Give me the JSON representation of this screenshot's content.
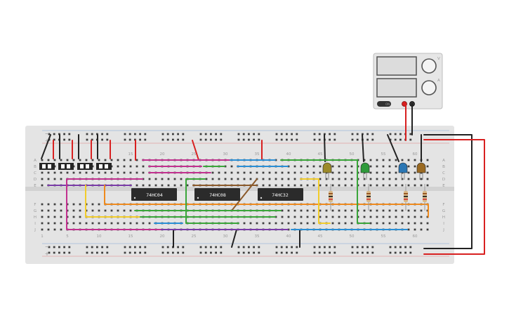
{
  "chips": [
    {
      "id": "chip-1",
      "label": "74HC04"
    },
    {
      "id": "chip-2",
      "label": "74HC08"
    },
    {
      "id": "chip-3",
      "label": "74HC32"
    }
  ],
  "breadboard": {
    "column_numbers_top": [
      "15",
      "20",
      "25",
      "30",
      "35",
      "40",
      "45",
      "50",
      "55",
      "60"
    ],
    "column_numbers_bottom": [
      "1",
      "5",
      "10",
      "15",
      "20",
      "25",
      "30",
      "35",
      "40",
      "45",
      "50",
      "55",
      "60"
    ],
    "row_letters_top": [
      "A",
      "B",
      "C",
      "D",
      "E"
    ],
    "row_letters_bottom": [
      "F",
      "G",
      "H",
      "I",
      "J"
    ],
    "rail_minus": "−",
    "rail_plus": "+"
  },
  "power_supply": {
    "knob_marks": [
      "V",
      "A"
    ],
    "led_indicator": "ON"
  },
  "colors": {
    "board": "#e4e4e4",
    "wire_red": "#d82020",
    "wire_black": "#222222",
    "wire_magenta": "#c2318f",
    "wire_green": "#3aa63a",
    "wire_blue": "#2a8fd6",
    "wire_orange": "#ef8a1d",
    "wire_yellow": "#f2cc2a",
    "wire_purple": "#7a3ca8",
    "wire_brown": "#8b5a2b",
    "led_yellow": "#9c8a2a",
    "led_green": "#2f9a3b",
    "led_blue": "#2b77b4",
    "led_amber": "#9a6a22"
  }
}
